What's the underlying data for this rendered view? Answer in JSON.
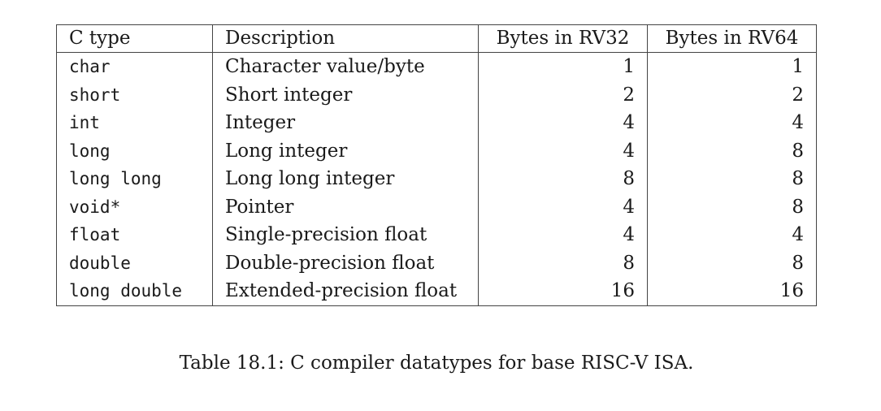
{
  "table": {
    "headers": [
      "C type",
      "Description",
      "Bytes in RV32",
      "Bytes in RV64"
    ],
    "rows": [
      {
        "type": "char",
        "description": "Character value/byte",
        "rv32": "1",
        "rv64": "1"
      },
      {
        "type": "short",
        "description": "Short integer",
        "rv32": "2",
        "rv64": "2"
      },
      {
        "type": "int",
        "description": "Integer",
        "rv32": "4",
        "rv64": "4"
      },
      {
        "type": "long",
        "description": "Long integer",
        "rv32": "4",
        "rv64": "8"
      },
      {
        "type": "long long",
        "description": "Long long integer",
        "rv32": "8",
        "rv64": "8"
      },
      {
        "type": "void*",
        "description": "Pointer",
        "rv32": "4",
        "rv64": "8"
      },
      {
        "type": "float",
        "description": "Single-precision float",
        "rv32": "4",
        "rv64": "4"
      },
      {
        "type": "double",
        "description": "Double-precision float",
        "rv32": "8",
        "rv64": "8"
      },
      {
        "type": "long double",
        "description": "Extended-precision float",
        "rv32": "16",
        "rv64": "16"
      }
    ]
  },
  "caption": "Table 18.1: C compiler datatypes for base RISC-V ISA."
}
